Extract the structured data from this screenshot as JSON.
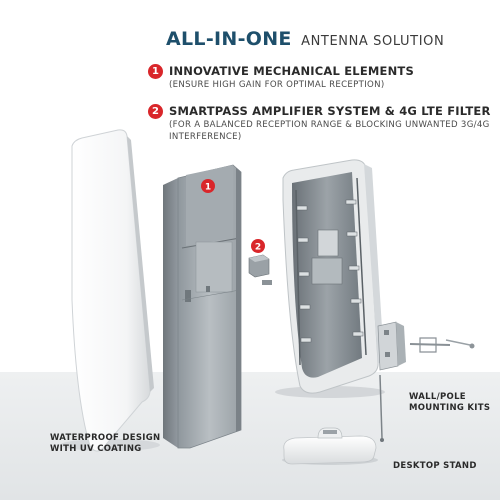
{
  "headline": {
    "strong": "ALL-IN-ONE",
    "light": "ANTENNA SOLUTION"
  },
  "features": [
    {
      "number": "1",
      "title": "INNOVATIVE MECHANICAL ELEMENTS",
      "subtitle": "(ENSURE HIGH GAIN FOR OPTIMAL RECEPTION)"
    },
    {
      "number": "2",
      "title": "SMARTPASS AMPLIFIER SYSTEM & 4G LTE FILTER",
      "subtitle": "(FOR A BALANCED RECEPTION RANGE & BLOCKING UNWANTED 3G/4G INTERFERENCE)"
    }
  ],
  "markers": {
    "element_1": "1",
    "element_2": "2"
  },
  "captions": {
    "waterproof_line1": "WATERPROOF DESIGN",
    "waterproof_line2": "WITH UV COATING",
    "wall_line1": "WALL/POLE",
    "wall_line2": "MOUNTING KITS",
    "desktop": "DESKTOP STAND"
  },
  "colors": {
    "accent_red": "#d9262a",
    "title_blue": "#1e4f6b"
  }
}
